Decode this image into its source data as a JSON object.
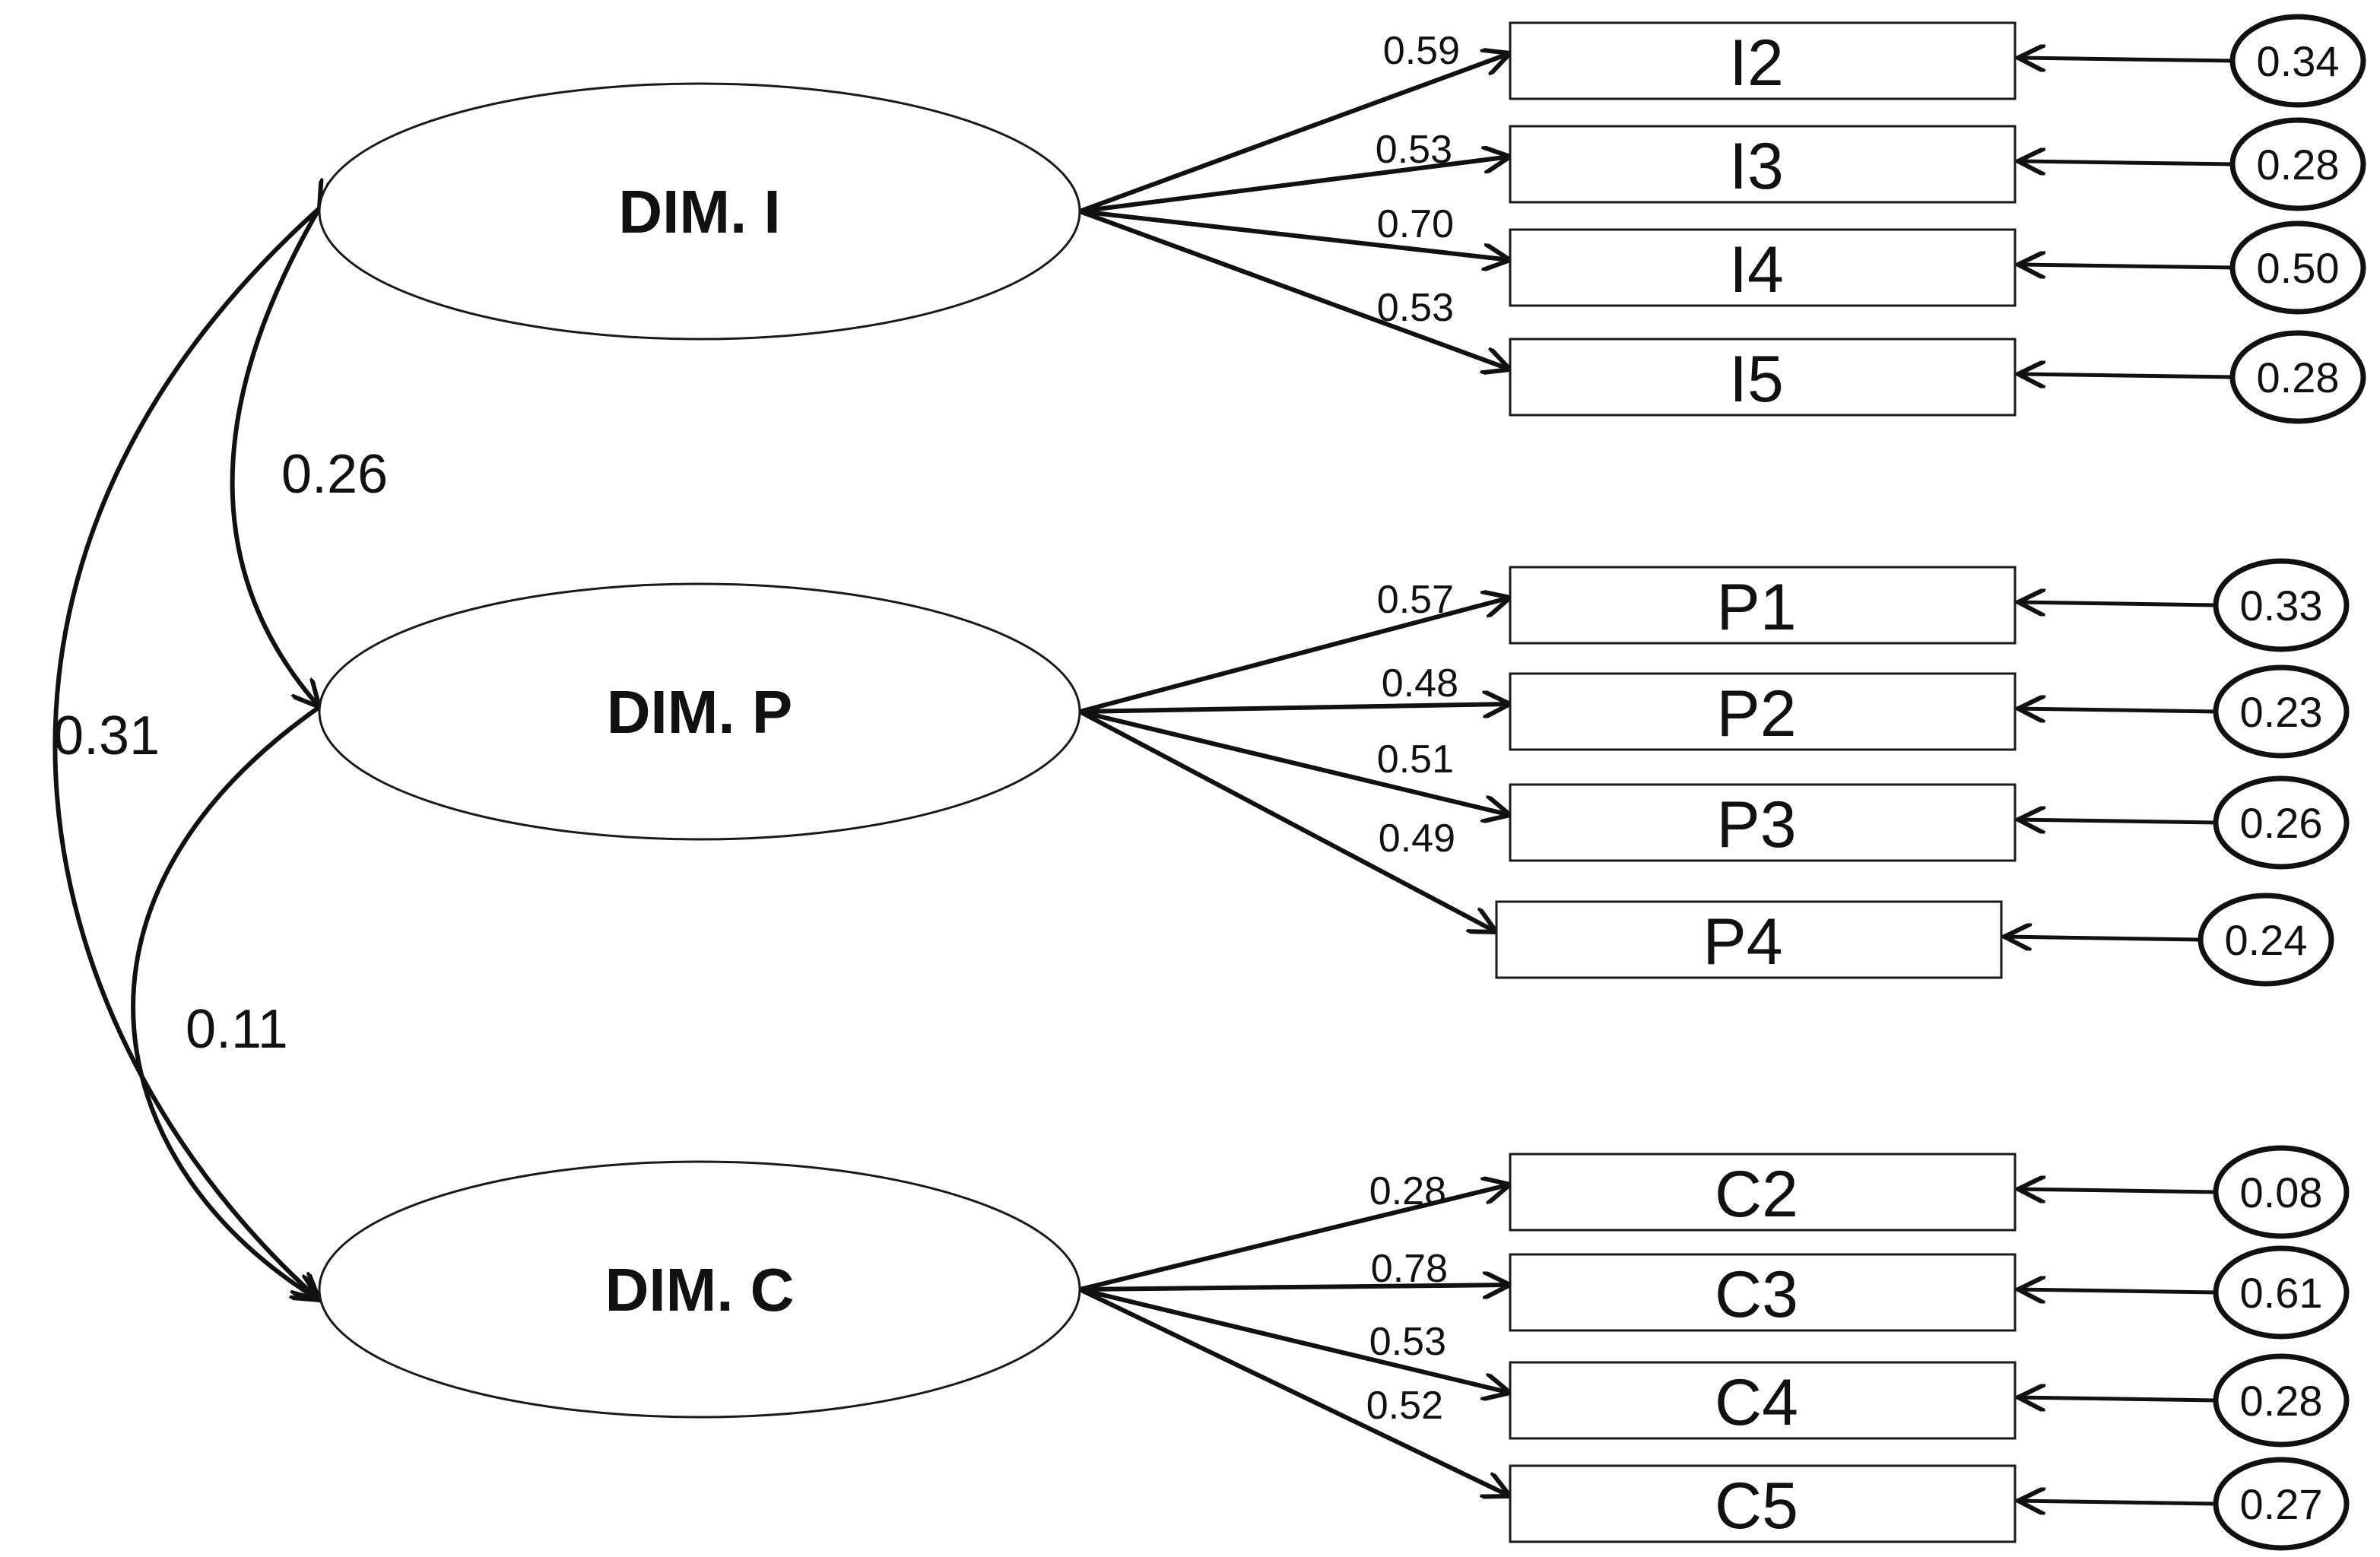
{
  "latents": [
    {
      "id": "DIM_I",
      "label": "DIM. I"
    },
    {
      "id": "DIM_P",
      "label": "DIM. P"
    },
    {
      "id": "DIM_C",
      "label": "DIM. C"
    }
  ],
  "indicators": [
    {
      "label": "I2",
      "factor": "DIM_I",
      "loading": "0.59",
      "error": "0.34"
    },
    {
      "label": "I3",
      "factor": "DIM_I",
      "loading": "0.53",
      "error": "0.28"
    },
    {
      "label": "I4",
      "factor": "DIM_I",
      "loading": "0.70",
      "error": "0.50"
    },
    {
      "label": "I5",
      "factor": "DIM_I",
      "loading": "0.53",
      "error": "0.28"
    },
    {
      "label": "P1",
      "factor": "DIM_P",
      "loading": "0.57",
      "error": "0.33"
    },
    {
      "label": "P2",
      "factor": "DIM_P",
      "loading": "0.48",
      "error": "0.23"
    },
    {
      "label": "P3",
      "factor": "DIM_P",
      "loading": "0.51",
      "error": "0.26"
    },
    {
      "label": "P4",
      "factor": "DIM_P",
      "loading": "0.49",
      "error": "0.24"
    },
    {
      "label": "C2",
      "factor": "DIM_C",
      "loading": "0.28",
      "error": "0.08"
    },
    {
      "label": "C3",
      "factor": "DIM_C",
      "loading": "0.78",
      "error": "0.61"
    },
    {
      "label": "C4",
      "factor": "DIM_C",
      "loading": "0.53",
      "error": "0.28"
    },
    {
      "label": "C5",
      "factor": "DIM_C",
      "loading": "0.52",
      "error": "0.27"
    }
  ],
  "correlations": [
    {
      "from": "DIM_I",
      "to": "DIM_P",
      "value": "0.26"
    },
    {
      "from": "DIM_I",
      "to": "DIM_C",
      "value": "0.31"
    },
    {
      "from": "DIM_P",
      "to": "DIM_C",
      "value": "0.11"
    }
  ]
}
